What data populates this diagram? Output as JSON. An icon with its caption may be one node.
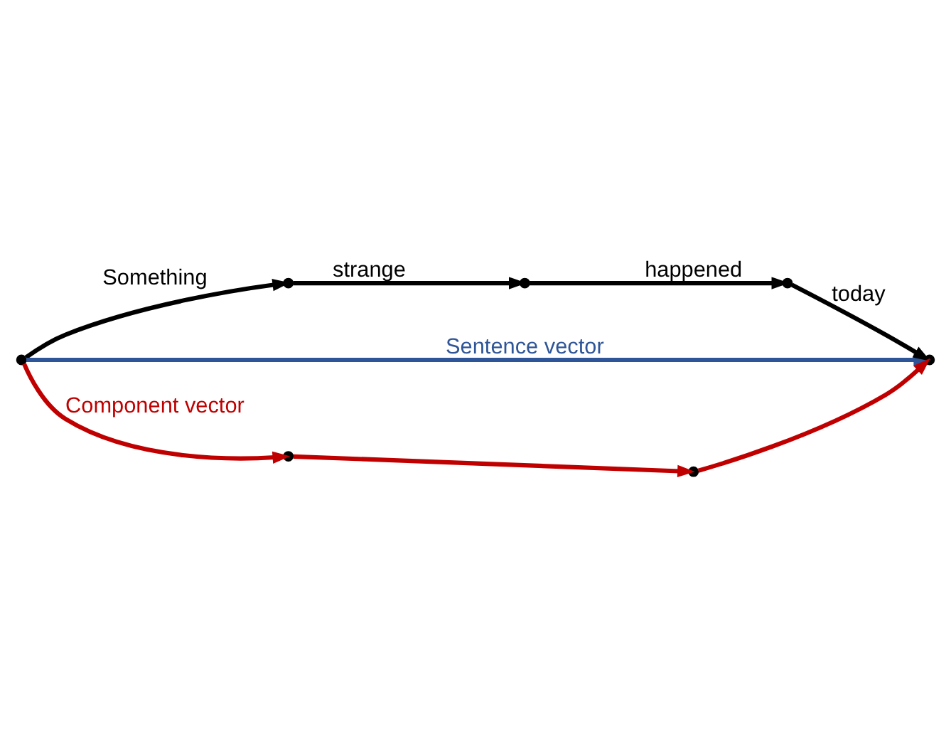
{
  "diagram": {
    "nodes": [
      {
        "text": [],
        "shape": "point"
      },
      {
        "text": [],
        "shape": "point"
      },
      {
        "text": [],
        "shape": "point"
      },
      {
        "text": [],
        "shape": "point"
      },
      {
        "text": [],
        "shape": "point"
      },
      {
        "text": [],
        "shape": "point"
      },
      {
        "text": [],
        "shape": "point"
      }
    ],
    "edges": [
      {
        "from": 0,
        "to": 1,
        "arrow": "to",
        "label": "Something"
      },
      {
        "from": 1,
        "to": 2,
        "arrow": "to",
        "label": "strange"
      },
      {
        "from": 2,
        "to": 3,
        "arrow": "to",
        "label": "happened"
      },
      {
        "from": 3,
        "to": 4,
        "arrow": "to",
        "label": "today"
      },
      {
        "from": 0,
        "to": 4,
        "arrow": "to",
        "label": "Sentence vector",
        "color": "#2e5597"
      },
      {
        "from": 0,
        "to": 5,
        "arrow": "to",
        "label": "Component vector",
        "color": "#c00000"
      },
      {
        "from": 5,
        "to": 6,
        "arrow": "to",
        "color": "#c00000"
      },
      {
        "from": 6,
        "to": 4,
        "arrow": "to",
        "color": "#c00000"
      }
    ]
  }
}
